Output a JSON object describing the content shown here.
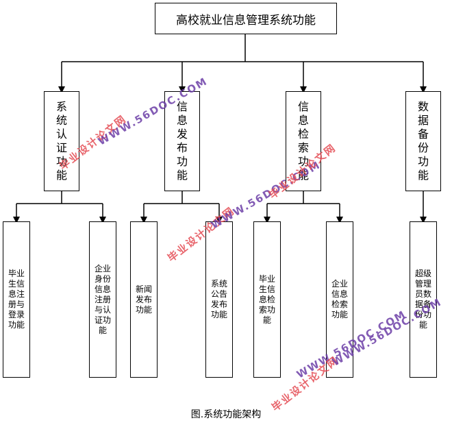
{
  "root": "高校就业信息管理系统功能",
  "modules": [
    {
      "label": "系统认证功能"
    },
    {
      "label": "信息发布功能"
    },
    {
      "label": "信息检索功能"
    },
    {
      "label": "数据备份功能"
    }
  ],
  "leaves": [
    {
      "label": "毕业生信息注册与登录功能"
    },
    {
      "label": "企业身份信息注册与认证功能"
    },
    {
      "label": "新闻发布功能"
    },
    {
      "label": "系统公告发布功能"
    },
    {
      "label": "毕业生信息检索功能"
    },
    {
      "label": "企业信息检索功能"
    },
    {
      "label": "超级管理员数据备份功能"
    }
  ],
  "caption": "图.系统功能架构",
  "watermarks": [
    {
      "text": "毕业设计论文网",
      "color": "red"
    },
    {
      "text": "WWW.56DOC.COM",
      "color": "purple"
    },
    {
      "text": "毕业设计论文网",
      "color": "red"
    },
    {
      "text": "WWW.56DOC.COM",
      "color": "purple"
    },
    {
      "text": "毕业设计论文网",
      "color": "red"
    },
    {
      "text": "WWW.56DOC.COM",
      "color": "purple"
    },
    {
      "text": "毕业设计论文网",
      "color": "red"
    },
    {
      "text": "WWW.56DOC.COM",
      "color": "purple"
    }
  ]
}
